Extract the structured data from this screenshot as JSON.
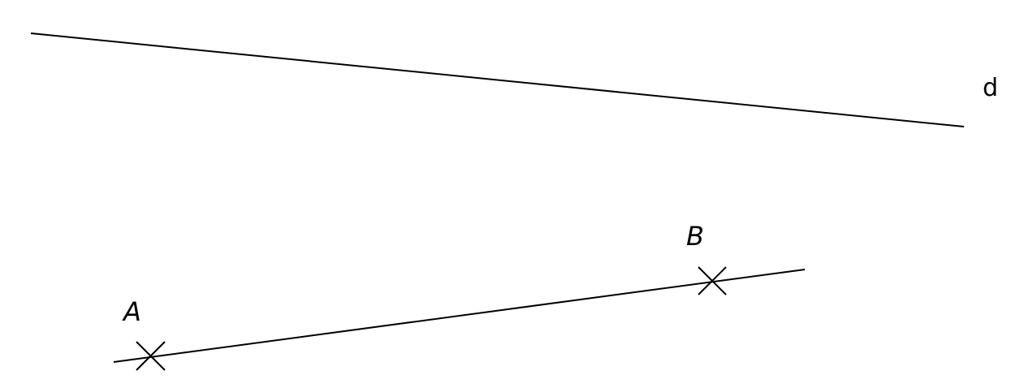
{
  "diagram": {
    "line_d_label": "d",
    "point_a_label": "A",
    "point_b_label": "B"
  }
}
